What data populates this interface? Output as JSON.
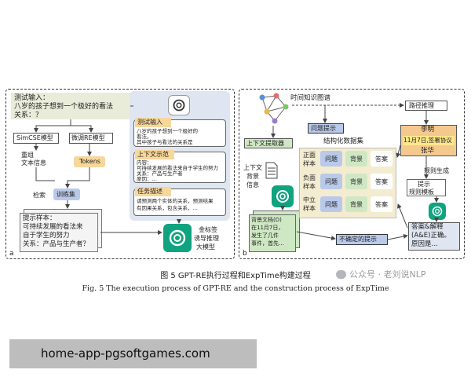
{
  "panel_a": {
    "label": "a",
    "test_input_label": "测试输入：",
    "test_input_text1": "八岁的孩子想到一个极好的看法",
    "test_input_text2": "关系：？",
    "simcse": "SimCSE模型",
    "finetune_re": "微调RE模型",
    "recombine1": "重组",
    "recombine2": "文本信息",
    "tokens": "Tokens",
    "retrieve": "检索",
    "train_set": "训练集",
    "prompt_label": "提示样本：",
    "prompt1": "可持续发展的看法来",
    "prompt2": "自于学生的努力",
    "prompt3": "关系：产品与生产者？",
    "gold_label1": "金标签",
    "gold_label2": "诱导推理",
    "gold_label3": "大模型",
    "card_test_title": "测试输入",
    "card_test_l1": "八岁的孩子想到一个极好的",
    "card_test_l2": "看法。",
    "card_test_l3": "其中孩子与看法的关系是",
    "card_ctx_title": "上下文示范",
    "card_ctx_l1": "内容：",
    "card_ctx_l2": "可持续发展的看法来自于学生的努力",
    "card_ctx_l3": "关系：产品与生产者",
    "card_ctx_l4": "原因：…",
    "card_task_title": "任务描述",
    "card_task_l1": "请预测两个实体的关系，预测结果",
    "card_task_l2": "有因果关系，包含关系，…"
  },
  "panel_b": {
    "label": "b",
    "temporal_graph": "时间知识图谱",
    "path_reasoning": "路径推理",
    "question_prompt": "问题提示",
    "context_extractor": "上下文提取器",
    "context_info1": "上下文",
    "context_info2": "背景",
    "context_info3": "信息",
    "structured_dataset": "结构化数据集",
    "rows": [
      {
        "label1": "正面",
        "label2": "样本",
        "q": "问题",
        "bg": "背景",
        "ans": "答案"
      },
      {
        "label1": "负面",
        "label2": "样本",
        "q": "问题",
        "bg": "背景",
        "ans": "答案"
      },
      {
        "label1": "中立",
        "label2": "样本",
        "q": "问题",
        "bg": "背景",
        "ans": "答案"
      }
    ],
    "doc1": "背景文档(D)",
    "doc2": "在11月7日，",
    "doc3": "发生了几件",
    "doc4": "事件，首先…",
    "uncertain_prompt": "不确定的提示",
    "person1": "李明",
    "event": "11月7日,签署协议",
    "person2": "张华",
    "rule_gen": "规则生成",
    "rule_prompt1": "提示",
    "rule_prompt2": "规则模板",
    "answer1": "答案&解释",
    "answer2": "(A&E)正确。",
    "answer3": "原因是…"
  },
  "caption_zh": "图 5    GPT-RE执行过程和ExpTime构建过程",
  "caption_en": "Fig. 5    The execution process of GPT-RE and the construction process of ExpTime",
  "watermark": "公众号 · 老刘说NLP",
  "banner": "home-app-pgsoftgames.com",
  "colors": {
    "gpt_green": "#10a37f",
    "panel_blue": "#dde6f3",
    "yellow": "#fbe7a6",
    "green": "#cfe8c4",
    "orange_box": "#f4c98e",
    "banner_bg": "#bdbdbd"
  }
}
